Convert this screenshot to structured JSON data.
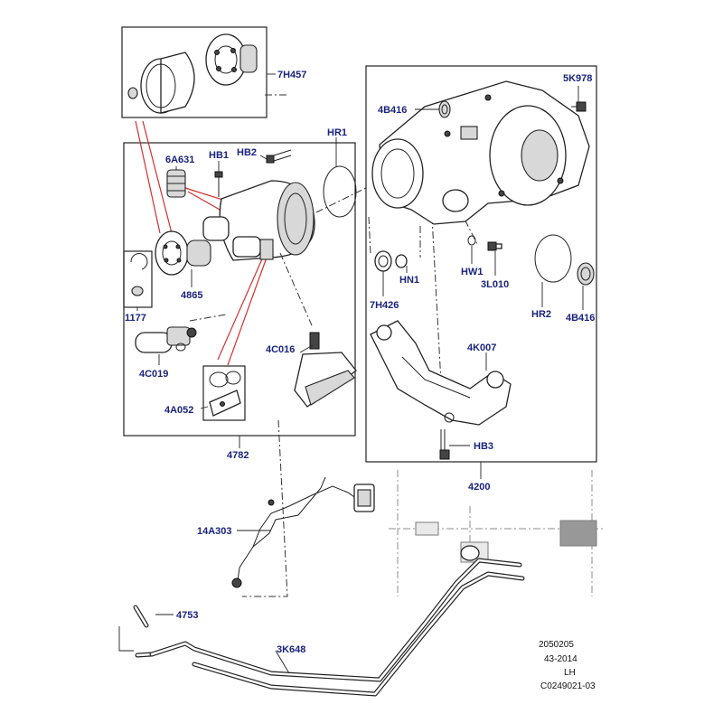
{
  "labels": {
    "7H457": "7H457",
    "6A631": "6A631",
    "HB1": "HB1",
    "HB2": "HB2",
    "HR1": "HR1",
    "4B416_top": "4B416",
    "5K978": "5K978",
    "1177": "1177",
    "4865": "4865",
    "4C019": "4C019",
    "4C016": "4C016",
    "4A052": "4A052",
    "4782": "4782",
    "7H426": "7H426",
    "HN1": "HN1",
    "HW1": "HW1",
    "3L010": "3L010",
    "HR2": "HR2",
    "4B416_right": "4B416",
    "4K007": "4K007",
    "HB3": "HB3",
    "4200": "4200",
    "14A303": "14A303",
    "4753": "4753",
    "3K648": "3K648"
  },
  "footer": {
    "date_code": "2050205",
    "year_range": "43-2014",
    "side": "LH",
    "diagram_id": "C0249021-03"
  },
  "colors": {
    "callout": "#1a237e",
    "red_leader": "#d32f2f",
    "line": "#222222"
  }
}
